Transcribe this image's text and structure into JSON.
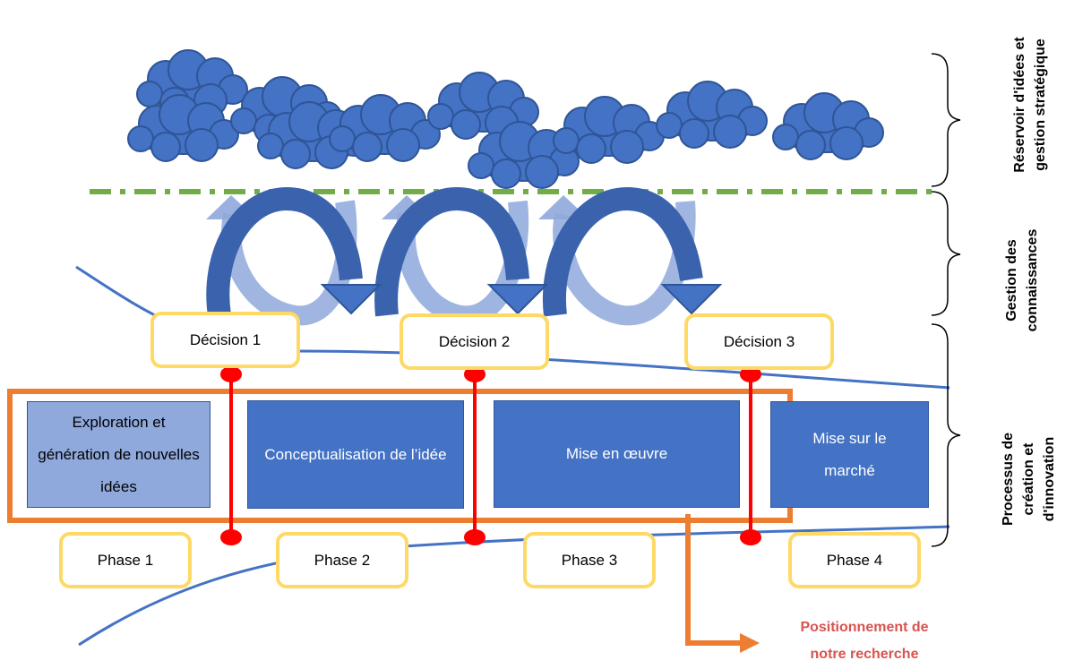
{
  "colors": {
    "cloud": "#4472c4",
    "arrow_dark": "#2f5597",
    "arrow_light": "#8fa9dc",
    "dashed_line": "#70ad47",
    "curve": "#4472c4",
    "red_marker": "#ff0000",
    "orange_frame": "#ed7d31",
    "box_border": "#ffd966",
    "research_text": "#d9534f"
  },
  "layers": {
    "reservoir": [
      "Réservoir d'idées et",
      "gestion stratégique"
    ],
    "knowledge": [
      "Gestion des",
      "connaissances"
    ],
    "process": [
      "Processus de",
      "création et",
      "d'innovation"
    ]
  },
  "decisions": [
    "Décision 1",
    "Décision 2",
    "Décision 3"
  ],
  "phase_blocks": [
    "Exploration et génération de nouvelles idées",
    "Conceptualisation de l’idée",
    "Mise en œuvre",
    "Mise sur le marché"
  ],
  "phases": [
    "Phase 1",
    "Phase 2",
    "Phase 3",
    "Phase 4"
  ],
  "research": [
    "Positionnement de",
    "notre recherche"
  ]
}
